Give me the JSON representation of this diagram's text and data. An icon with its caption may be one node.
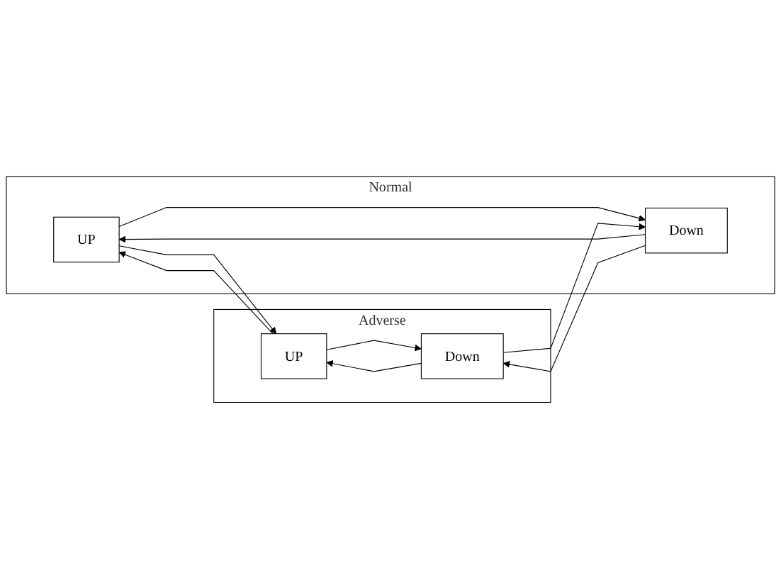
{
  "diagram": {
    "nodes": [
      {
        "text": [
          "Normal"
        ]
      },
      {
        "text": [
          "UP"
        ],
        "in": 0
      },
      {
        "text": [
          "Down"
        ],
        "in": 0
      },
      {
        "text": [
          "Adverse"
        ]
      },
      {
        "text": [
          "UP"
        ],
        "in": 3
      },
      {
        "text": [
          "Down"
        ],
        "in": 3
      }
    ],
    "edges": [
      {
        "from": 4,
        "to": 1,
        "arrow": "to"
      },
      {
        "from": 1,
        "to": 4,
        "arrow": "to"
      },
      {
        "from": 2,
        "to": 1,
        "arrow": "to"
      },
      {
        "from": 1,
        "to": 2,
        "arrow": "to"
      },
      {
        "from": 5,
        "to": 4,
        "arrow": "to"
      },
      {
        "from": 4,
        "to": 5,
        "arrow": "to"
      },
      {
        "from": 5,
        "to": 2,
        "arrow": "to"
      },
      {
        "from": 2,
        "to": 5,
        "arrow": "to"
      }
    ]
  }
}
